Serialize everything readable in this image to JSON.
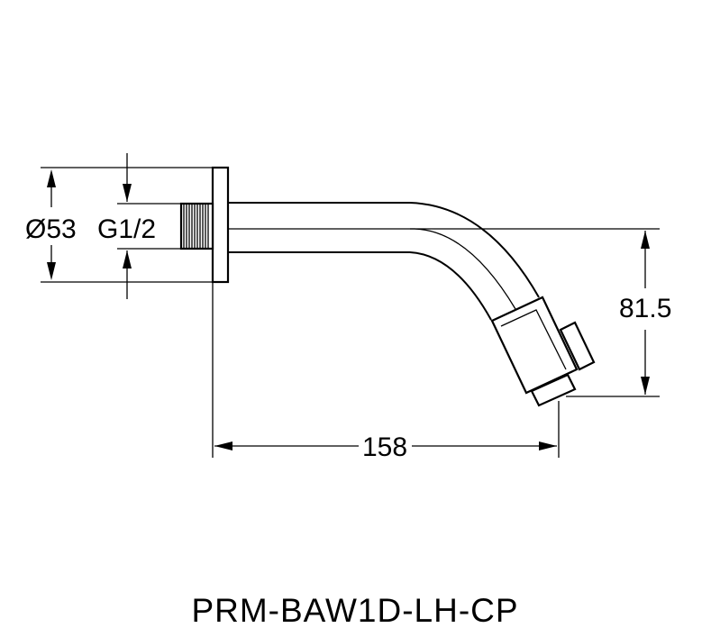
{
  "drawing": {
    "dimensions": {
      "flange_diameter": "Ø53",
      "thread_size": "G1/2",
      "height": "81.5",
      "length": "158"
    },
    "model_code": "PRM-BAW1D-LH-CP"
  }
}
